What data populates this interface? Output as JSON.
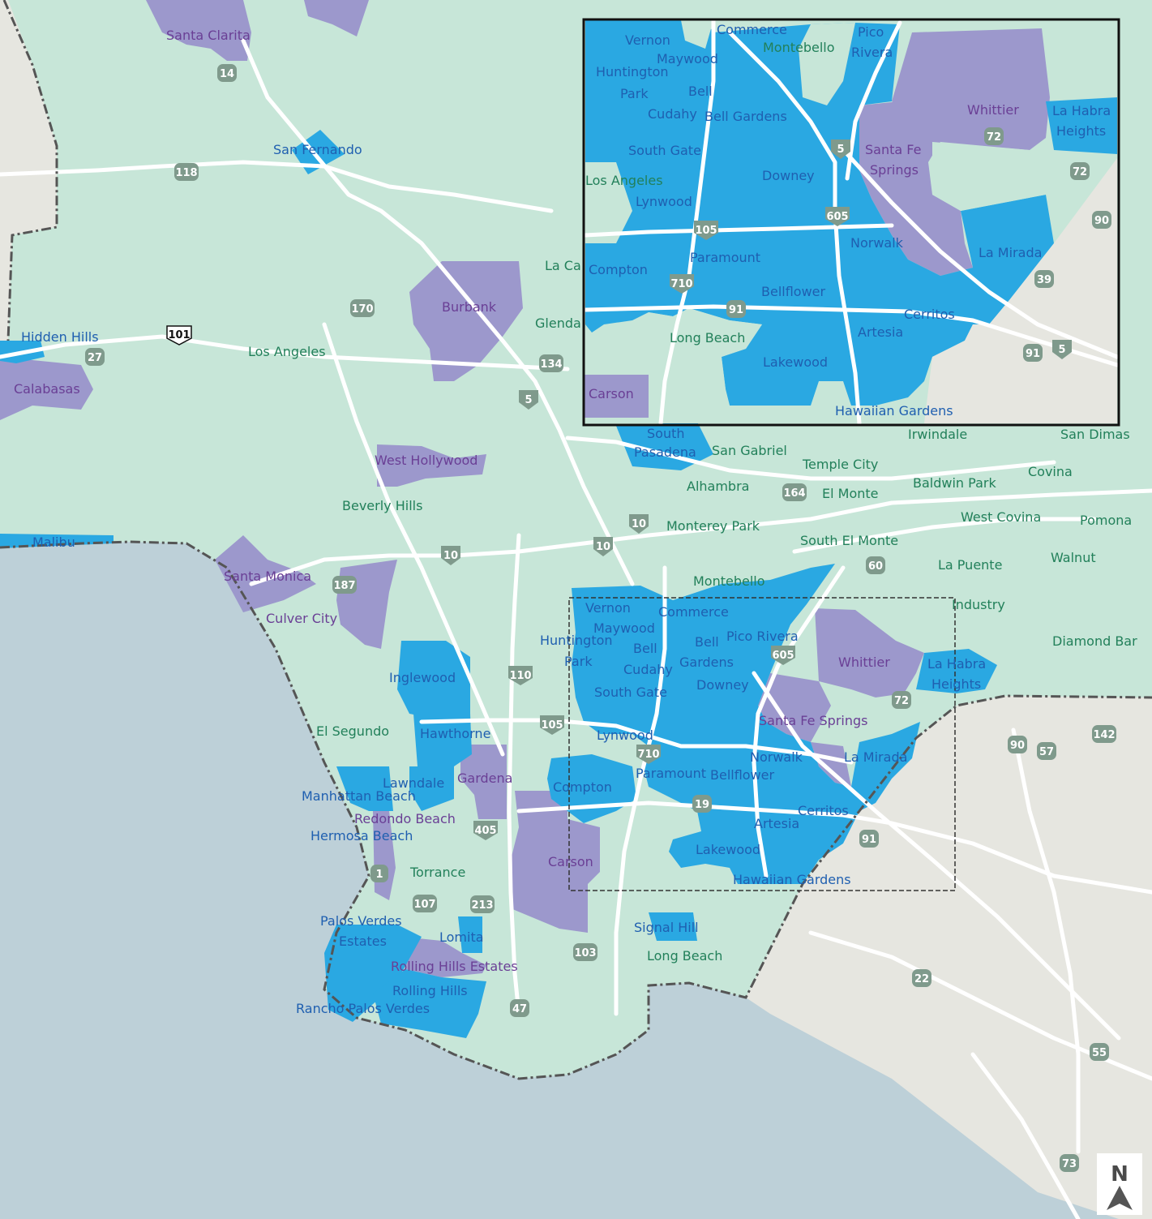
{
  "colors": {
    "ocean": "#bdd0d8",
    "land_base": "#c7e6d8",
    "land_outside": "#e6e6e0",
    "category_blue": "#2aa8e2",
    "category_purple": "#9c98cc",
    "road": "#ffffff",
    "border": "#555555",
    "shield": "#7f9a8c"
  },
  "labels": {
    "main": [
      {
        "id": "santa-clarita",
        "text": "Santa Clarita",
        "cls": "purple"
      },
      {
        "id": "san-fernando",
        "text": "San Fernando",
        "cls": "blue"
      },
      {
        "id": "hidden-hills",
        "text": "Hidden Hills",
        "cls": "blue"
      },
      {
        "id": "calabasas",
        "text": "Calabasas",
        "cls": "purple"
      },
      {
        "id": "burbank",
        "text": "Burbank",
        "cls": "purple"
      },
      {
        "id": "la-ca",
        "text": "La Ca",
        "cls": "green"
      },
      {
        "id": "glenda",
        "text": "Glenda",
        "cls": "green"
      },
      {
        "id": "los-angeles",
        "text": "Los Angeles",
        "cls": "green"
      },
      {
        "id": "west-hollywood",
        "text": "West Hollywood",
        "cls": "purple"
      },
      {
        "id": "beverly-hills",
        "text": "Beverly Hills",
        "cls": "green"
      },
      {
        "id": "malibu",
        "text": "Malibu",
        "cls": "blue"
      },
      {
        "id": "santa-monica",
        "text": "Santa Monica",
        "cls": "purple"
      },
      {
        "id": "culver-city",
        "text": "Culver City",
        "cls": "purple"
      },
      {
        "id": "inglewood",
        "text": "Inglewood",
        "cls": "blue"
      },
      {
        "id": "el-segundo",
        "text": "El Segundo",
        "cls": "green"
      },
      {
        "id": "hawthorne",
        "text": "Hawthorne",
        "cls": "blue"
      },
      {
        "id": "lawndale",
        "text": "Lawndale",
        "cls": "blue"
      },
      {
        "id": "gardena",
        "text": "Gardena",
        "cls": "purple"
      },
      {
        "id": "manhattan-beach",
        "text": "Manhattan Beach",
        "cls": "blue"
      },
      {
        "id": "redondo-beach",
        "text": "Redondo Beach",
        "cls": "purple"
      },
      {
        "id": "hermosa-beach",
        "text": "Hermosa Beach",
        "cls": "blue"
      },
      {
        "id": "torrance",
        "text": "Torrance",
        "cls": "green"
      },
      {
        "id": "palos-verdes",
        "text": "Palos Verdes",
        "cls": "blue"
      },
      {
        "id": "estates",
        "text": "Estates",
        "cls": "blue"
      },
      {
        "id": "lomita",
        "text": "Lomita",
        "cls": "blue"
      },
      {
        "id": "rolling-hills-estates",
        "text": "Rolling Hills Estates",
        "cls": "purple"
      },
      {
        "id": "rolling-hills",
        "text": "Rolling Hills",
        "cls": "blue"
      },
      {
        "id": "rancho-palos-verdes",
        "text": "Rancho Palos Verdes",
        "cls": "blue"
      },
      {
        "id": "carson",
        "text": "Carson",
        "cls": "purple"
      },
      {
        "id": "signal-hill",
        "text": "Signal Hill",
        "cls": "blue"
      },
      {
        "id": "long-beach",
        "text": "Long Beach",
        "cls": "green"
      },
      {
        "id": "south",
        "text": "South",
        "cls": "blue"
      },
      {
        "id": "pasadena",
        "text": "Pasadena",
        "cls": "blue"
      },
      {
        "id": "san-gabriel",
        "text": "San Gabriel",
        "cls": "green"
      },
      {
        "id": "irwindale",
        "text": "Irwindale",
        "cls": "green"
      },
      {
        "id": "san-dimas",
        "text": "San Dimas",
        "cls": "green"
      },
      {
        "id": "temple-city",
        "text": "Temple City",
        "cls": "green"
      },
      {
        "id": "alhambra",
        "text": "Alhambra",
        "cls": "green"
      },
      {
        "id": "el-monte",
        "text": "El Monte",
        "cls": "green"
      },
      {
        "id": "baldwin-park",
        "text": "Baldwin Park",
        "cls": "green"
      },
      {
        "id": "covina",
        "text": "Covina",
        "cls": "green"
      },
      {
        "id": "west-covina",
        "text": "West Covina",
        "cls": "green"
      },
      {
        "id": "pomona",
        "text": "Pomona",
        "cls": "green"
      },
      {
        "id": "monterey-park",
        "text": "Monterey Park",
        "cls": "green"
      },
      {
        "id": "south-el-monte",
        "text": "South El Monte",
        "cls": "green"
      },
      {
        "id": "la-puente",
        "text": "La Puente",
        "cls": "green"
      },
      {
        "id": "walnut",
        "text": "Walnut",
        "cls": "green"
      },
      {
        "id": "montebello",
        "text": "Montebello",
        "cls": "green"
      },
      {
        "id": "industry",
        "text": "Industry",
        "cls": "green"
      },
      {
        "id": "diamond-bar",
        "text": "Diamond Bar",
        "cls": "green"
      },
      {
        "id": "vernon",
        "text": "Vernon",
        "cls": "blue"
      },
      {
        "id": "commerce",
        "text": "Commerce",
        "cls": "blue"
      },
      {
        "id": "maywood",
        "text": "Maywood",
        "cls": "blue"
      },
      {
        "id": "huntington",
        "text": "Huntington",
        "cls": "blue"
      },
      {
        "id": "park",
        "text": "Park",
        "cls": "blue"
      },
      {
        "id": "bell",
        "text": "Bell",
        "cls": "blue"
      },
      {
        "id": "bell-2",
        "text": "Bell",
        "cls": "blue"
      },
      {
        "id": "gardens",
        "text": "Gardens",
        "cls": "blue"
      },
      {
        "id": "cudahy",
        "text": "Cudahy",
        "cls": "blue"
      },
      {
        "id": "pico-rivera",
        "text": "Pico Rivera",
        "cls": "blue"
      },
      {
        "id": "whittier",
        "text": "Whittier",
        "cls": "purple"
      },
      {
        "id": "la-habra",
        "text": "La Habra",
        "cls": "blue"
      },
      {
        "id": "heights",
        "text": "Heights",
        "cls": "blue"
      },
      {
        "id": "south-gate",
        "text": "South Gate",
        "cls": "blue"
      },
      {
        "id": "downey",
        "text": "Downey",
        "cls": "blue"
      },
      {
        "id": "santa-fe-springs",
        "text": "Santa Fe Springs",
        "cls": "purple"
      },
      {
        "id": "lynwood",
        "text": "Lynwood",
        "cls": "blue"
      },
      {
        "id": "compton",
        "text": "Compton",
        "cls": "blue"
      },
      {
        "id": "paramount",
        "text": "Paramount",
        "cls": "blue"
      },
      {
        "id": "bellflower",
        "text": "Bellflower",
        "cls": "blue"
      },
      {
        "id": "norwalk",
        "text": "Norwalk",
        "cls": "blue"
      },
      {
        "id": "la-mirada",
        "text": "La Mirada",
        "cls": "blue"
      },
      {
        "id": "cerritos",
        "text": "Cerritos",
        "cls": "blue"
      },
      {
        "id": "artesia",
        "text": "Artesia",
        "cls": "blue"
      },
      {
        "id": "lakewood",
        "text": "Lakewood",
        "cls": "blue"
      },
      {
        "id": "hawaiian-gardens",
        "text": "Hawaiian Gardens",
        "cls": "blue"
      }
    ],
    "inset": [
      {
        "id": "i-vernon",
        "text": "Vernon",
        "cls": "blue"
      },
      {
        "id": "i-commerce",
        "text": "Commerce",
        "cls": "blue"
      },
      {
        "id": "i-montebello",
        "text": "Montebello",
        "cls": "green"
      },
      {
        "id": "i-pico",
        "text": "Pico",
        "cls": "blue"
      },
      {
        "id": "i-rivera",
        "text": "Rivera",
        "cls": "blue"
      },
      {
        "id": "i-maywood",
        "text": "Maywood",
        "cls": "blue"
      },
      {
        "id": "i-huntington",
        "text": "Huntington",
        "cls": "blue"
      },
      {
        "id": "i-park",
        "text": "Park",
        "cls": "blue"
      },
      {
        "id": "i-bell",
        "text": "Bell",
        "cls": "blue"
      },
      {
        "id": "i-cudahy",
        "text": "Cudahy",
        "cls": "blue"
      },
      {
        "id": "i-bell-gardens",
        "text": "Bell Gardens",
        "cls": "blue"
      },
      {
        "id": "i-whittier",
        "text": "Whittier",
        "cls": "purple"
      },
      {
        "id": "i-la-habra",
        "text": "La Habra",
        "cls": "blue"
      },
      {
        "id": "i-heights",
        "text": "Heights",
        "cls": "blue"
      },
      {
        "id": "i-south-gate",
        "text": "South Gate",
        "cls": "blue"
      },
      {
        "id": "i-santa-fe",
        "text": "Santa Fe",
        "cls": "purple"
      },
      {
        "id": "i-springs",
        "text": "Springs",
        "cls": "purple"
      },
      {
        "id": "i-los-angeles",
        "text": "Los Angeles",
        "cls": "green"
      },
      {
        "id": "i-downey",
        "text": "Downey",
        "cls": "blue"
      },
      {
        "id": "i-lynwood",
        "text": "Lynwood",
        "cls": "blue"
      },
      {
        "id": "i-norwalk",
        "text": "Norwalk",
        "cls": "blue"
      },
      {
        "id": "i-la-mirada",
        "text": "La Mirada",
        "cls": "blue"
      },
      {
        "id": "i-compton",
        "text": "Compton",
        "cls": "blue"
      },
      {
        "id": "i-paramount",
        "text": "Paramount",
        "cls": "blue"
      },
      {
        "id": "i-bellflower",
        "text": "Bellflower",
        "cls": "blue"
      },
      {
        "id": "i-cerritos",
        "text": "Cerritos",
        "cls": "blue"
      },
      {
        "id": "i-long-beach",
        "text": "Long Beach",
        "cls": "green"
      },
      {
        "id": "i-artesia",
        "text": "Artesia",
        "cls": "blue"
      },
      {
        "id": "i-lakewood",
        "text": "Lakewood",
        "cls": "blue"
      },
      {
        "id": "i-carson",
        "text": "Carson",
        "cls": "purple"
      },
      {
        "id": "i-hawaiian-gardens",
        "text": "Hawaiian Gardens",
        "cls": "blue"
      }
    ]
  },
  "shields": [
    {
      "id": "sr14",
      "text": "14",
      "type": "state"
    },
    {
      "id": "sr118",
      "text": "118",
      "type": "state"
    },
    {
      "id": "sr170",
      "text": "170",
      "type": "state"
    },
    {
      "id": "us101",
      "text": "101",
      "type": "us"
    },
    {
      "id": "sr27",
      "text": "27",
      "type": "state"
    },
    {
      "id": "sr134",
      "text": "134",
      "type": "state"
    },
    {
      "id": "i5",
      "text": "5",
      "type": "interstate"
    },
    {
      "id": "sr164",
      "text": "164",
      "type": "state"
    },
    {
      "id": "i10a",
      "text": "10",
      "type": "interstate"
    },
    {
      "id": "i10b",
      "text": "10",
      "type": "interstate"
    },
    {
      "id": "i10c",
      "text": "10",
      "type": "interstate"
    },
    {
      "id": "sr60",
      "text": "60",
      "type": "state"
    },
    {
      "id": "sr187",
      "text": "187",
      "type": "state"
    },
    {
      "id": "i110",
      "text": "110",
      "type": "interstate"
    },
    {
      "id": "i605",
      "text": "605",
      "type": "interstate"
    },
    {
      "id": "sr72",
      "text": "72",
      "type": "state"
    },
    {
      "id": "i105",
      "text": "105",
      "type": "interstate"
    },
    {
      "id": "i710",
      "text": "710",
      "type": "interstate"
    },
    {
      "id": "sr90",
      "text": "90",
      "type": "state"
    },
    {
      "id": "sr57",
      "text": "57",
      "type": "state"
    },
    {
      "id": "sr142",
      "text": "142",
      "type": "state"
    },
    {
      "id": "sr19",
      "text": "19",
      "type": "state"
    },
    {
      "id": "i405",
      "text": "405",
      "type": "interstate"
    },
    {
      "id": "sr91",
      "text": "91",
      "type": "state"
    },
    {
      "id": "sr1",
      "text": "1",
      "type": "state"
    },
    {
      "id": "sr107",
      "text": "107",
      "type": "state"
    },
    {
      "id": "sr213",
      "text": "213",
      "type": "state"
    },
    {
      "id": "sr103",
      "text": "103",
      "type": "state"
    },
    {
      "id": "sr47",
      "text": "47",
      "type": "state"
    },
    {
      "id": "sr22",
      "text": "22",
      "type": "state"
    },
    {
      "id": "sr55",
      "text": "55",
      "type": "state"
    },
    {
      "id": "sr73",
      "text": "73",
      "type": "state"
    }
  ],
  "inset_shields": [
    {
      "id": "ii5",
      "text": "5",
      "type": "interstate"
    },
    {
      "id": "isr72a",
      "text": "72",
      "type": "state"
    },
    {
      "id": "isr72b",
      "text": "72",
      "type": "state"
    },
    {
      "id": "isr90",
      "text": "90",
      "type": "state"
    },
    {
      "id": "ii605",
      "text": "605",
      "type": "interstate"
    },
    {
      "id": "ii105",
      "text": "105",
      "type": "interstate"
    },
    {
      "id": "ii710",
      "text": "710",
      "type": "interstate"
    },
    {
      "id": "isr39",
      "text": "39",
      "type": "state"
    },
    {
      "id": "isr91a",
      "text": "91",
      "type": "state"
    },
    {
      "id": "isr91b",
      "text": "91",
      "type": "state"
    },
    {
      "id": "ii5b",
      "text": "5",
      "type": "interstate"
    }
  ],
  "north_arrow": {
    "letter": "N"
  }
}
